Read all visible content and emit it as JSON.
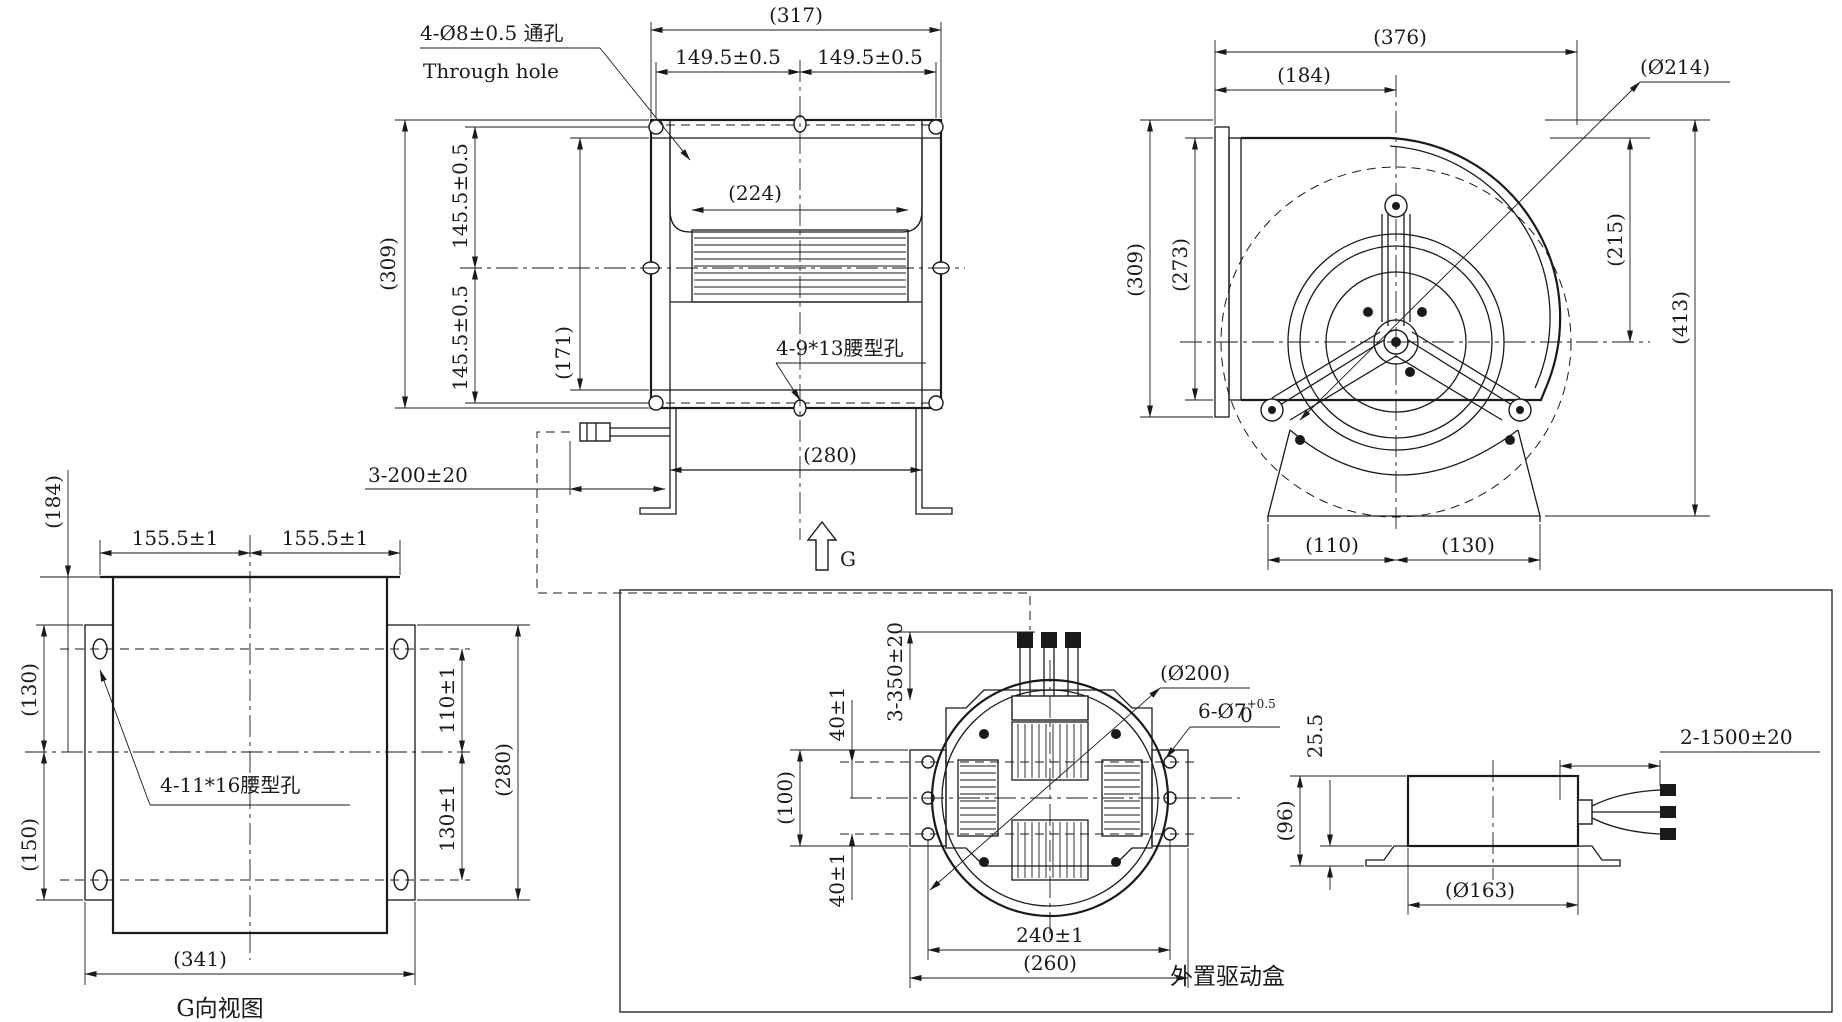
{
  "top_view": {
    "width_overall": "(317)",
    "half_left": "149.5±0.5",
    "half_right": "149.5±0.5",
    "hole_note": "4-Ø8±0.5 通孔",
    "hole_note_en": "Through hole",
    "outlet_width": "(224)",
    "height_overall": "(309)",
    "half_upper": "145.5±0.5",
    "half_lower": "145.5±0.5",
    "outlet_height": "(171)",
    "slot_note": "4-9*13腰型孔",
    "foot_width": "(280)",
    "cable_length": "3-200±20",
    "view_arrow_label": "G"
  },
  "side_view": {
    "width_overall": "(376)",
    "axis_offset": "(184)",
    "wheel_diameter": "(Ø214)",
    "height_309": "(309)",
    "height_273": "(273)",
    "height_215": "(215)",
    "height_413": "(413)",
    "foot_left": "(110)",
    "foot_right": "(130)"
  },
  "g_view": {
    "height_top": "(184)",
    "half_left": "155.5±1",
    "half_right": "155.5±1",
    "upper_130": "(130)",
    "lower_150": "(150)",
    "slot_note": "4-11*16腰型孔",
    "slot_upper": "110±1",
    "slot_lower": "130±1",
    "height_280": "(280)",
    "width_341": "(341)",
    "caption": "G向视图"
  },
  "drive_box": {
    "cable_length": "3-350±20",
    "diameter_200": "(Ø200)",
    "hole_note_base": "6-Ø7",
    "hole_tol_upper": "+0.5",
    "hole_tol_lower": "0",
    "gap_upper": "40±1",
    "gap_lower": "40±1",
    "height_100": "(100)",
    "width_240": "240±1",
    "width_260": "(260)",
    "height_25": "25.5",
    "height_96": "(96)",
    "diameter_163": "(Ø163)",
    "lead_length": "2-1500±20",
    "caption": "外置驱动盒"
  }
}
